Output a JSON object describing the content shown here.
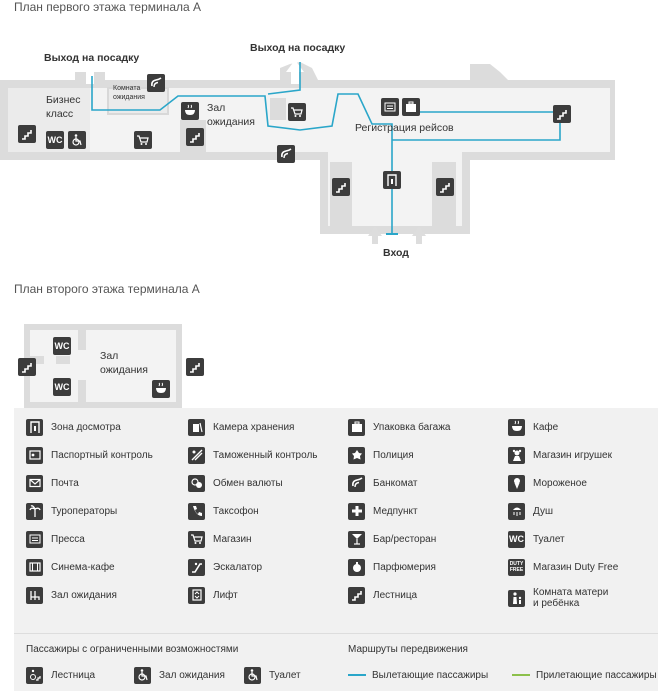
{
  "floor1": {
    "title": "План первого этажа терминала А",
    "labels": {
      "exit_left": "Выход на посадку",
      "exit_right": "Выход на посадку",
      "business_line1": "Бизнес",
      "business_line2": "класс",
      "mother_line1": "Комната",
      "mother_line2": "ожидания",
      "waiting_line1": "Зал",
      "waiting_line2": "ожидания",
      "registration": "Регистрация рейсов",
      "entrance": "Вход"
    },
    "icon_texts": {
      "wc": "WC"
    }
  },
  "floor2": {
    "title": "План второго этажа терминала А",
    "labels": {
      "waiting_line1": "Зал",
      "waiting_line2": "ожидания"
    },
    "icon_texts": {
      "wc": "WC"
    }
  },
  "legend": {
    "columns": [
      [
        {
          "icon": "security-frame-icon",
          "label": "Зона досмотра"
        },
        {
          "icon": "passport-icon",
          "label": "Паспортный контроль"
        },
        {
          "icon": "mail-icon",
          "label": "Почта"
        },
        {
          "icon": "palm-tree-icon",
          "label": "Туроператоры"
        },
        {
          "icon": "newspaper-icon",
          "label": "Пресса"
        },
        {
          "icon": "film-icon",
          "label": "Синема-кафе"
        },
        {
          "icon": "waiting-seats-icon",
          "label": "Зал ожидания"
        }
      ],
      [
        {
          "icon": "luggage-storage-icon",
          "label": "Камера хранения"
        },
        {
          "icon": "customs-icon",
          "label": "Таможенный контроль"
        },
        {
          "icon": "currency-exchange-icon",
          "label": "Обмен валюты"
        },
        {
          "icon": "phone-icon",
          "label": "Таксофон"
        },
        {
          "icon": "shopping-cart-icon",
          "label": "Магазин"
        },
        {
          "icon": "escalator-icon",
          "label": "Эскалатор"
        },
        {
          "icon": "elevator-icon",
          "label": "Лифт"
        }
      ],
      [
        {
          "icon": "baggage-wrap-icon",
          "label": "Упаковка багажа"
        },
        {
          "icon": "police-icon",
          "label": "Полиция"
        },
        {
          "icon": "atm-icon",
          "label": "Банкомат"
        },
        {
          "icon": "medical-cross-icon",
          "label": "Медпункт"
        },
        {
          "icon": "cocktail-icon",
          "label": "Бар/ресторан"
        },
        {
          "icon": "perfume-icon",
          "label": "Парфюмерия"
        },
        {
          "icon": "stairs-icon",
          "label": "Лестница"
        }
      ],
      [
        {
          "icon": "cafe-cup-icon",
          "label": "Кафе"
        },
        {
          "icon": "toy-icon",
          "label": "Магазин игрушек"
        },
        {
          "icon": "ice-cream-icon",
          "label": "Мороженое"
        },
        {
          "icon": "shower-icon",
          "label": "Душ"
        },
        {
          "icon": "wc-icon",
          "label": "Туалет",
          "text": "WC"
        },
        {
          "icon": "duty-free-icon",
          "label": "Магазин Duty Free",
          "text": "DUTY FREE"
        },
        {
          "icon": "mother-child-icon",
          "label": "Комната матери и ребёнка",
          "label_line1": "Комната матери",
          "label_line2": "и ребёнка"
        }
      ]
    ],
    "accessible": {
      "heading": "Пассажиры с ограниченными возможностями",
      "items": [
        {
          "icon": "accessible-stairs-icon",
          "label": "Лестница"
        },
        {
          "icon": "accessible-waiting-icon",
          "label": "Зал ожидания"
        },
        {
          "icon": "accessible-wc-icon",
          "label": "Туалет"
        }
      ]
    },
    "routes": {
      "heading": "Маршруты передвижения",
      "items": [
        {
          "label": "Вылетающие пассажиры",
          "color": "#2aa6c9"
        },
        {
          "label": "Прилетающие пассажиры",
          "color": "#8cc04b"
        }
      ]
    }
  },
  "colors": {
    "wall": "#d9d9d9",
    "floor": "#f2f2f2",
    "icon": "#3c3c3c",
    "route_departing": "#2aa6c9"
  }
}
